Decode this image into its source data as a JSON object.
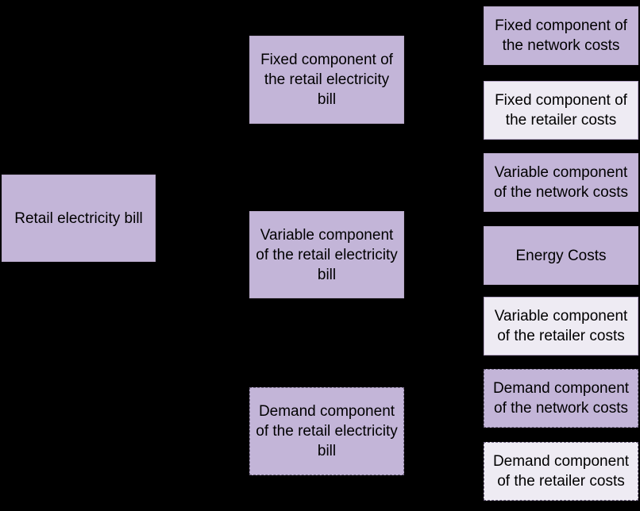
{
  "root": {
    "label": "Retail electricity bill"
  },
  "components": [
    {
      "label": "Fixed component of the retail electricity bill"
    },
    {
      "label": "Variable component of the retail electricity bill"
    },
    {
      "label": "Demand component of the retail electricity bill"
    }
  ],
  "costs": [
    {
      "label": "Fixed component of the network costs"
    },
    {
      "label": "Fixed component of the retailer costs"
    },
    {
      "label": "Variable component of the network costs"
    },
    {
      "label": "Energy Costs"
    },
    {
      "label": "Variable component of the retailer costs"
    },
    {
      "label": "Demand component of the network costs"
    },
    {
      "label": "Demand component of the retailer costs"
    }
  ],
  "colors": {
    "background": "#000000",
    "box_dark": "#c3b5d8",
    "box_light": "#eeebf3",
    "text": "#000000"
  }
}
